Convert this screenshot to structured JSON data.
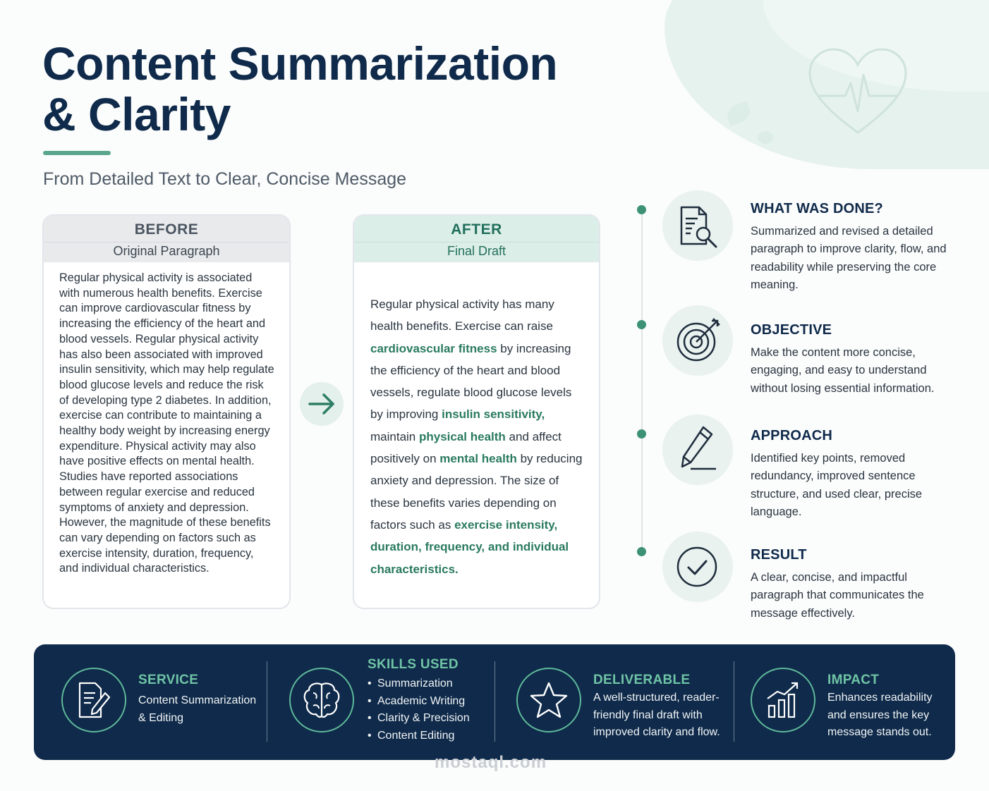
{
  "header": {
    "title_line1": "Content Summarization",
    "title_line2": "& Clarity",
    "subtitle": "From Detailed Text to Clear, Concise Message"
  },
  "before": {
    "label": "BEFORE",
    "sublabel": "Original Paragraph",
    "text": "Regular physical activity is associated with numerous health benefits. Exercise can improve cardiovascular fitness by increasing the efficiency of the heart and blood vessels. Regular physical activity has also been associated with improved insulin sensitivity, which may help regulate blood glucose levels and reduce the risk of developing type 2 diabetes. In addition, exercise can contribute to maintaining a healthy body weight by increasing energy expenditure. Physical activity may also have positive effects on mental health. Studies have reported associations between regular exercise and reduced symptoms of anxiety and depression. However, the magnitude of these benefits can vary depending on factors such as exercise intensity, duration, frequency, and individual characteristics."
  },
  "after": {
    "label": "AFTER",
    "sublabel": "Final Draft",
    "seg1": "Regular physical activity has many health benefits. Exercise can raise ",
    "hl1": "cardiovascular fitness",
    "seg2": " by increasing the efficiency of the heart and blood vessels, regulate blood glucose levels by improving ",
    "hl2": "insulin sensitivity,",
    "seg3": " maintain ",
    "hl3": "physical health",
    "seg4": " and affect positively on ",
    "hl4": "mental health",
    "seg5": " by reducing anxiety and depression. The size of these benefits varies depending on factors such as ",
    "hl5": "exercise intensity, duration, frequency, and individual characteristics."
  },
  "details": [
    {
      "icon": "document-search-icon",
      "title": "WHAT WAS DONE?",
      "text": "Summarized and revised a detailed paragraph to improve clarity, flow, and readability while preserving the core meaning."
    },
    {
      "icon": "target-icon",
      "title": "OBJECTIVE",
      "text": "Make the content more concise, engaging, and easy to understand without losing essential information."
    },
    {
      "icon": "pencil-icon",
      "title": "APPROACH",
      "text": "Identified key points, removed redundancy, improved sentence structure, and used clear, precise language."
    },
    {
      "icon": "check-circle-icon",
      "title": "RESULT",
      "text": "A clear, concise, and impactful paragraph that communicates the message effectively."
    }
  ],
  "bar": {
    "service": {
      "icon": "document-edit-icon",
      "title": "SERVICE",
      "line1": "Content Summarization",
      "line2": "& Editing"
    },
    "skills": {
      "icon": "brain-icon",
      "title": "SKILLS USED",
      "items": [
        "Summarization",
        "Academic Writing",
        "Clarity & Precision",
        "Content Editing"
      ]
    },
    "deliverable": {
      "icon": "star-icon",
      "title": "DELIVERABLE",
      "line1": "A well-structured, reader-",
      "line2": "friendly final draft with",
      "line3": "improved clarity and flow."
    },
    "impact": {
      "icon": "growth-chart-icon",
      "title": "IMPACT",
      "line1": "Enhances readability",
      "line2": "and ensures the key",
      "line3": "message stands out."
    }
  },
  "watermark": "mostaql.com",
  "colors": {
    "navy": "#0f2a4a",
    "accent_green": "#2a7a60",
    "mint": "#6fc4a6"
  }
}
